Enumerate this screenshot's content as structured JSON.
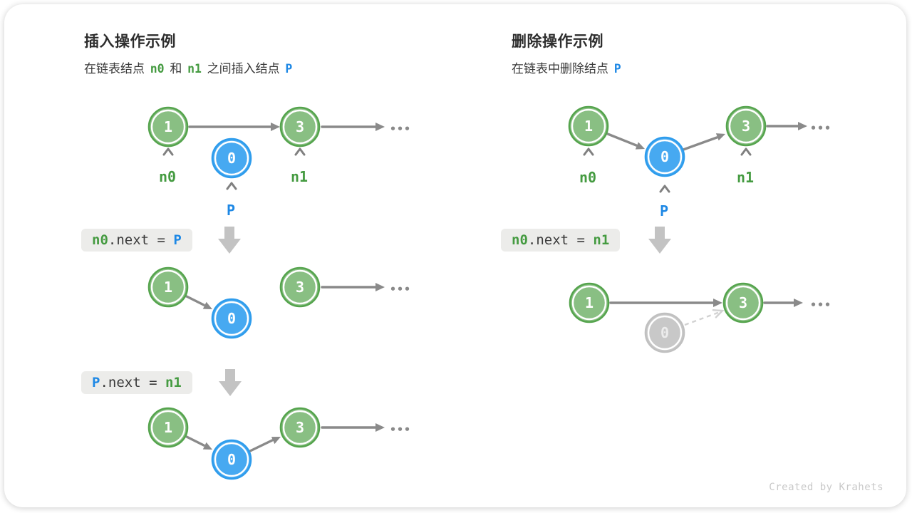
{
  "insert": {
    "title": "插入操作示例",
    "subtitle": [
      "在链表结点 ",
      "n0",
      " 和 ",
      "n1",
      " 之间插入结点 ",
      "P"
    ],
    "code1": [
      "n0",
      ".next = ",
      "P"
    ],
    "code2": [
      "P",
      ".next = ",
      "n1"
    ],
    "nodes": {
      "n0": "1",
      "n1": "3",
      "p": "0"
    },
    "labels": {
      "n0": "n0",
      "n1": "n1",
      "p": "P"
    },
    "ellipsis": "•••"
  },
  "delete": {
    "title": "删除操作示例",
    "subtitle": [
      "在链表中删除结点 ",
      "P"
    ],
    "code1": [
      "n0",
      ".next = ",
      "n1"
    ],
    "nodes": {
      "n0": "1",
      "n1": "3",
      "p": "0"
    },
    "labels": {
      "n0": "n0",
      "n1": "n1",
      "p": "P"
    },
    "ellipsis": "•••"
  },
  "credit": "Created by Krahets",
  "colors": {
    "node_green_fill": "#89bf83",
    "node_green_border": "#55a44d",
    "node_blue_fill": "#47a9f1",
    "node_blue_border": "#2e9cec",
    "node_gray_fill": "#c8c8c8",
    "label_green": "#459b41",
    "label_blue": "#1e88e5",
    "arrow_gray": "#8a8a8a",
    "dashed_gray": "#d2d2d2",
    "codebox_bg": "#ececea",
    "block_arrow": "#c3c3c3",
    "credit_gray": "#c9c9c9"
  }
}
